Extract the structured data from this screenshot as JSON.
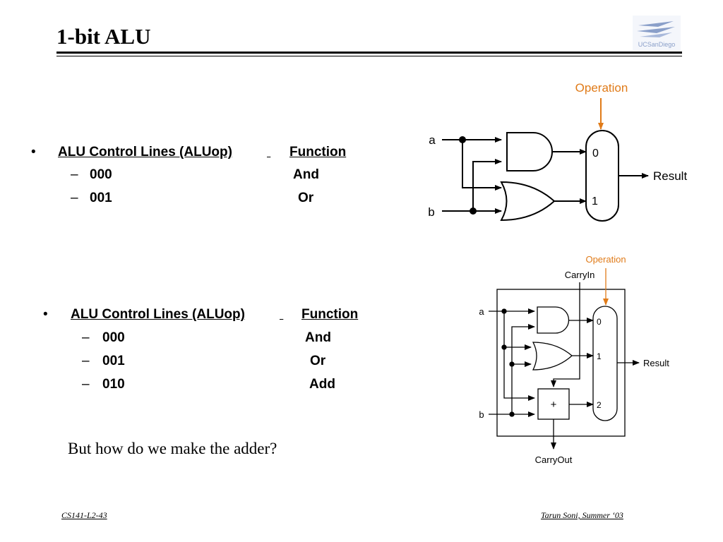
{
  "slide": {
    "title": "1-bit ALU",
    "footer_left": "CS141-L2-43",
    "footer_right": "Tarun Soni, Summer ‘03",
    "note": "But how do we make the adder?"
  },
  "table1": {
    "header_col1": "ALU Control Lines (ALUop)",
    "header_col2": "Function",
    "rows": [
      {
        "code": "000",
        "function": "And"
      },
      {
        "code": "001",
        "function": "Or"
      }
    ]
  },
  "table2": {
    "header_col1": "ALU Control Lines (ALUop)",
    "header_col2": "Function",
    "rows": [
      {
        "code": "000",
        "function": "And"
      },
      {
        "code": "001",
        "function": "Or"
      },
      {
        "code": "010",
        "function": "Add"
      }
    ]
  },
  "diagram1": {
    "operation_label": "Operation",
    "input_a": "a",
    "input_b": "b",
    "mux_in0": "0",
    "mux_in1": "1",
    "output_label": "Result"
  },
  "diagram2": {
    "operation_label": "Operation",
    "carry_in_label": "CarryIn",
    "input_a": "a",
    "input_b": "b",
    "mux_in0": "0",
    "mux_in1": "1",
    "mux_in2": "2",
    "adder_symbol": "+",
    "output_label": "Result",
    "carry_out_label": "CarryOut"
  },
  "colors": {
    "operation": "#e07b19",
    "logo": "#8a9fc9"
  },
  "logo": {
    "text": "UCSanDiego"
  }
}
